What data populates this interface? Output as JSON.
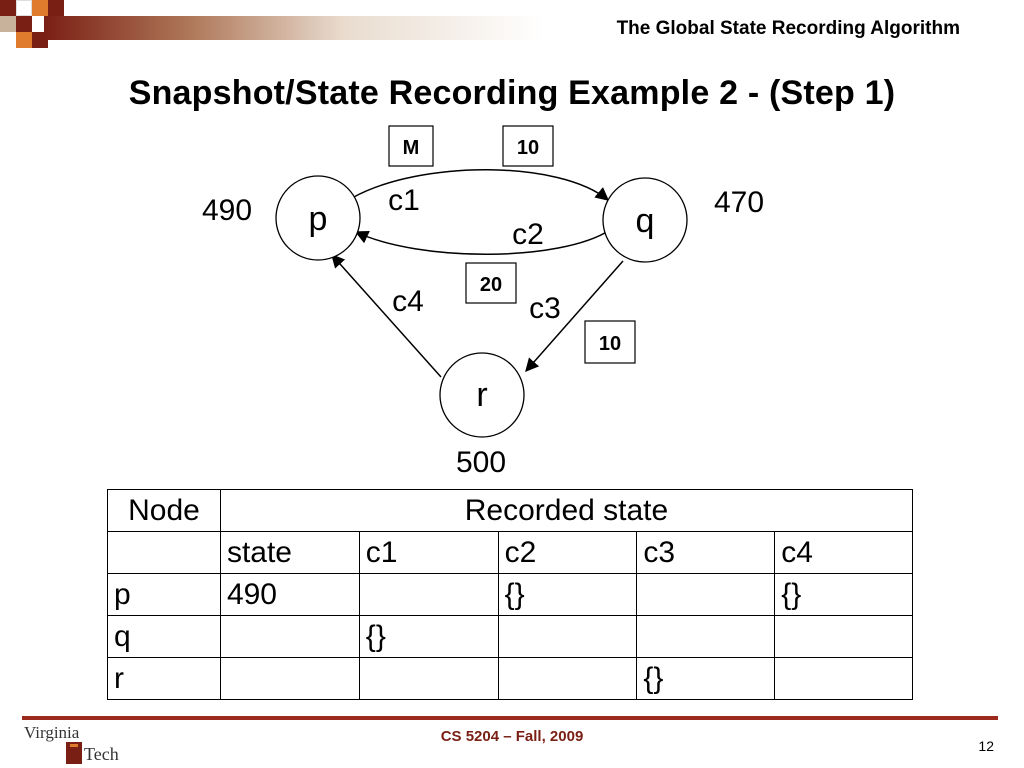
{
  "header": {
    "title": "The Global State Recording Algorithm"
  },
  "slide": {
    "title": "Snapshot/State Recording Example 2 - (Step 1)"
  },
  "diagram": {
    "nodes": {
      "p": "p",
      "q": "q",
      "r": "r"
    },
    "values": {
      "p": "490",
      "q": "470",
      "r": "500"
    },
    "channels": {
      "c1": "c1",
      "c2": "c2",
      "c3": "c3",
      "c4": "c4"
    },
    "messages": {
      "c1_a": "M",
      "c1_b": "10",
      "c2": "20",
      "c3": "10"
    }
  },
  "table": {
    "header": {
      "node": "Node",
      "recorded": "Recorded state"
    },
    "columns": [
      "state",
      "c1",
      "c2",
      "c3",
      "c4"
    ],
    "rows": [
      {
        "node": "p",
        "cells": [
          "490",
          "",
          "{}",
          "",
          "{}"
        ]
      },
      {
        "node": "q",
        "cells": [
          "",
          "{}",
          "",
          "",
          ""
        ]
      },
      {
        "node": "r",
        "cells": [
          "",
          "",
          "",
          "{}",
          ""
        ]
      }
    ]
  },
  "footer": {
    "logo_line1": "Virginia",
    "logo_line2": "Tech",
    "course": "CS 5204 – Fall, 2009",
    "page": "12"
  },
  "colors": {
    "maroon": "#7a1f14",
    "orange": "#e07a2c",
    "footer_line": "#9b2a1c"
  }
}
